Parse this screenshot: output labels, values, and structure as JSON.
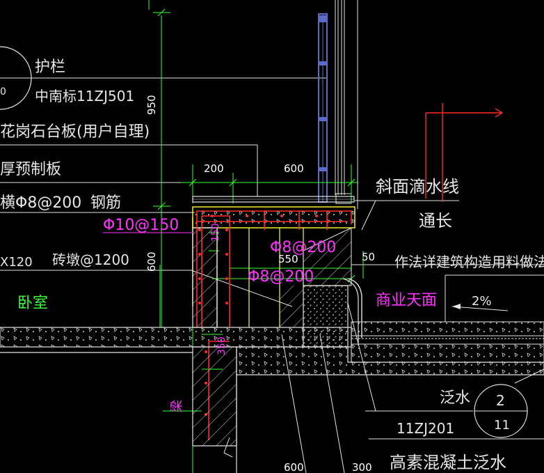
{
  "labels": {
    "railing": "护栏",
    "railing_std": "中南标11ZJ501",
    "granite": "花岗石台板(用户自理)",
    "precast": "厚预制板",
    "rebar_horiz": "横Φ8@200",
    "rebar": "钢筋",
    "rebar_main": "Φ10@150",
    "stir1": "Φ8@200",
    "stir2": "Φ8@200",
    "brick": "砖墩@1200",
    "brick_size": "X120",
    "bedroom": "卧室",
    "drip": "斜面滴水线",
    "through": "通长",
    "method": "作法详建筑构造用料做法",
    "terrace": "商业天面",
    "slope": "2%",
    "flashing": "泛水",
    "flashing_std": "11ZJ201",
    "concrete": "高素混凝土泛水",
    "beam": "梁",
    "detail_top": "2",
    "detail_bottom": "11"
  },
  "dims": {
    "d950": "950",
    "d200": "200",
    "d600_top": "600",
    "d150": "150",
    "d550": "550",
    "d600_left": "600",
    "d50": "50",
    "d350": "350",
    "d600_bottom": "600",
    "d300": "300"
  },
  "colors": {
    "background": "#000000",
    "rebar": "#ff2a2a",
    "dimension": "#33ff33",
    "text": "#e6e6e6",
    "magenta": "#ff33ff",
    "yellow": "#ffff33",
    "railing": "#5a6cc8"
  }
}
